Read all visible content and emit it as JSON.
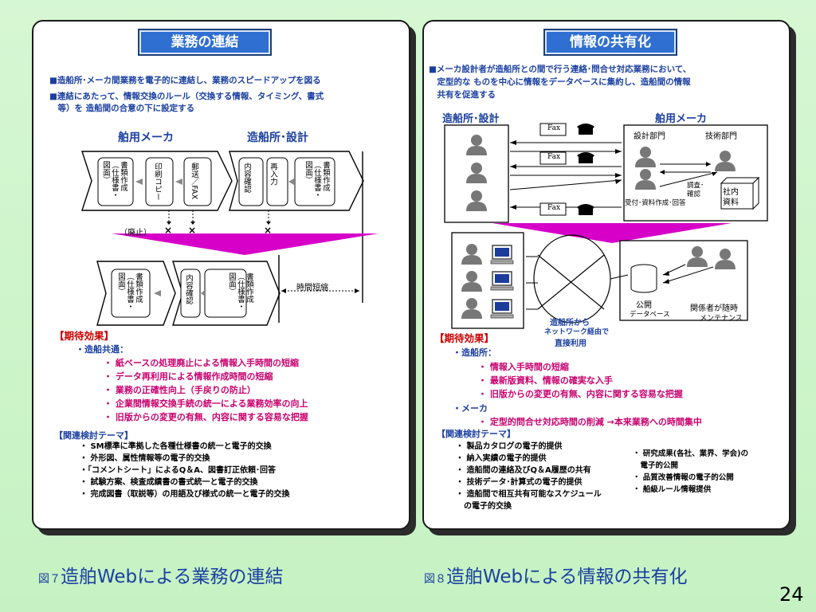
{
  "left": {
    "title": "業務の連結",
    "bullet1": "■造船所･メーカ間業務を電子的に連結し、業務のスピードアップを図る",
    "bullet2a": "■連結にあたって、情報交換のルール（交換する情報、タイミング、書式",
    "bullet2b": "　等）を 造船間の合意の下に設定する",
    "maker_header": "舶用メーカ",
    "yard_header": "造船所･設計",
    "top_boxes": [
      "書類作成（仕様書・図面）",
      "印刷コピー",
      "郵送／FAX",
      "内容確認",
      "再入力",
      "書類作成（仕様書・図面）"
    ],
    "abolish_label": "（廃止）",
    "cross": "×",
    "bottom_boxes": [
      "書類作成（仕様書・図面）",
      "内容確認",
      "書類作成（仕様書・図面）"
    ],
    "time_label": "時間短縮",
    "effects_title": "【期待効果】",
    "effects_sub": "・造船共通：",
    "effects": [
      "・ 紙ベースの処理廃止による情報入手時間の短縮",
      "・ データ再利用による情報作成時間の短縮",
      "・ 業務の正確性向上（手戻りの防止）",
      "・ 企業間情報交換手続の統一による業務効率の向上",
      "・ 旧版からの変更の有無、内容に関する容易な把握"
    ],
    "themes_title": "【関連検討テーマ】",
    "themes": [
      "・ SM標準に準拠した各種仕様書の統一と電子的交換",
      "・ 外形図、属性情報等の電子的交換",
      "・「コメントシート」によるQ＆A、図書訂正依頼･回答",
      "・ 試験方案、検査成績書の書式統一と電子的交換",
      "・ 完成図書（取説等）の用語及び様式の統一と電子的交換"
    ]
  },
  "right": {
    "title": "情報の共有化",
    "bullet1a": "■メーカ設計者が造船所との間で行う連絡･問合せ対応業務において、",
    "bullet1b": "　定型的な ものを中心に情報をデータベースに集約し、造船間の情報",
    "bullet1c": "　共有を促進する",
    "yard_header": "造船所･設計",
    "maker_header": "舶用メーカ",
    "fax": "Fax",
    "design_dept": "設計部門",
    "tech_dept": "技術部門",
    "investigate": "調査･確認",
    "internal_docs": "社内資料",
    "receive": "受付･資料作成･回答",
    "public_db_a": "公開",
    "public_db_b": "データベース",
    "maintain_a": "関係者が随時",
    "maintain_b": "メンテナンス",
    "network_a": "造船所から",
    "network_b": "ネットワーク経由で",
    "network_c": "直接利用",
    "effects_title": "【期待効果】",
    "sub_yard": "・造船所：",
    "yard_effects": [
      "・ 情報入手時間の短縮",
      "・ 最新版資料、情報の確実な入手",
      "・ 旧版からの変更の有無、内容に関する容易な把握"
    ],
    "sub_maker": "・メーカ",
    "maker_effect": "・ 定型的問合せ対応時間の削減 →本来業務への時間集中",
    "themes_title": "【関連検討テーマ】",
    "themes_left": [
      "・ 製品カタログの電子的提供",
      "・ 納入実績の電子的提供",
      "・ 造船間の連絡及びQ＆A履歴の共有",
      "・ 技術データ･計算式の電子的提供",
      "・ 造船間で相互共有可能なスケジュール",
      "　の電子的交換"
    ],
    "themes_right": [
      "・ 研究成果(各社、業界、学会)の",
      "　電子的公開",
      "・ 品質改善情報の電子的公開",
      "・ 船級ルール情報提供"
    ]
  },
  "caption_left": {
    "prefix": "図７",
    "text": "造舶Webによる業務の連結"
  },
  "caption_right": {
    "prefix": "図８",
    "text": "造舶Webによる情報の共有化"
  },
  "page_number": "24",
  "colors": {
    "title_blue": "#2f6fd2",
    "text_blue": "#1a3fa0",
    "effect_red": "#cc0000",
    "effect_magenta": "#c8006e",
    "arrow_magenta": "#d600c8"
  }
}
